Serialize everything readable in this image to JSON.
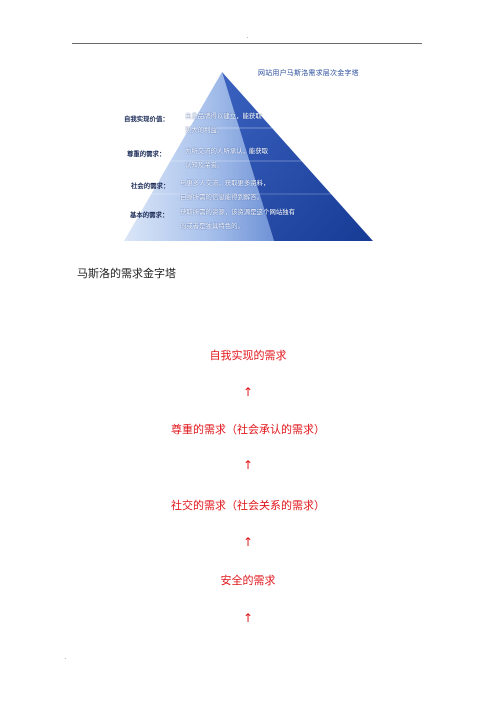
{
  "page": {
    "header_mark": ".",
    "footer_mark": "."
  },
  "pyramid": {
    "title": "网站用户马斯洛需求层次金字塔",
    "levels": [
      {
        "label": "自我实现价值：",
        "lines": [
          "自身品牌得以建立，能获取",
          "更大的利益。"
        ]
      },
      {
        "label": "尊重的需求：",
        "lines": [
          "为所交流的人所承认，能获取",
          "认知及荣誉。"
        ]
      },
      {
        "label": "社会的需求：",
        "lines": [
          "与更多人交流，获取更多资料，",
          "自身所需的信息能得到解答。"
        ]
      },
      {
        "label": "基本的需求：",
        "lines": [
          "获取所需的资源，该资源是这个网站独有",
          "的或者是独具特色的。"
        ]
      }
    ],
    "colors": {
      "dark": "#1f43a0",
      "mid": "#3f66c4",
      "light": "#8fb0e6",
      "pale": "#c9daf3"
    }
  },
  "caption": "马斯洛的需求金字塔",
  "hierarchy": {
    "items": [
      "自我实现的需求",
      "尊重的需求（社会承认的需求）",
      "社交的需求（社会关系的需求）",
      "安全的需求"
    ],
    "arrow": "↑",
    "color": "#e0161b"
  }
}
